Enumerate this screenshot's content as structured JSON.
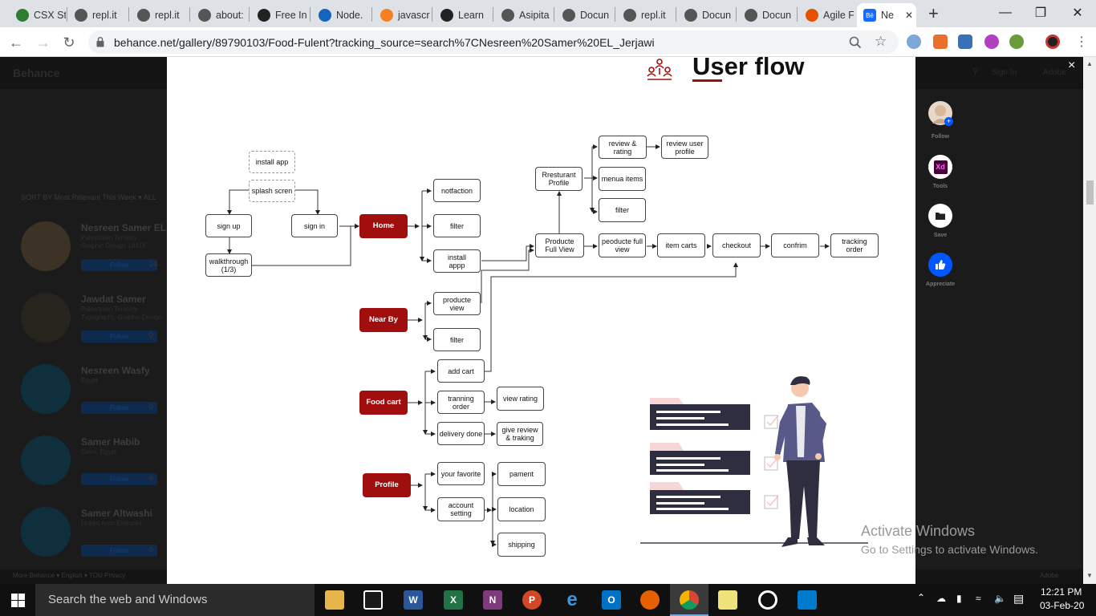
{
  "browser": {
    "tabs": [
      {
        "label": "CSX St",
        "icon": "csx-icon"
      },
      {
        "label": "repl.it",
        "icon": "repl-icon"
      },
      {
        "label": "repl.it",
        "icon": "repl-icon"
      },
      {
        "label": "about:",
        "icon": "globe-icon"
      },
      {
        "label": "Free In",
        "icon": "r-icon"
      },
      {
        "label": "Node.",
        "icon": "node-icon"
      },
      {
        "label": "javascr",
        "icon": "stackoverflow-icon"
      },
      {
        "label": "Learn",
        "icon": "learn-icon"
      },
      {
        "label": "Asipita",
        "icon": "globe-icon"
      },
      {
        "label": "Docun",
        "icon": "globe-icon"
      },
      {
        "label": "repl.it",
        "icon": "repl-icon"
      },
      {
        "label": "Docun",
        "icon": "globe-icon"
      },
      {
        "label": "Docun",
        "icon": "globe-icon"
      },
      {
        "label": "Agile F",
        "icon": "agile-icon"
      },
      {
        "label": "Ne",
        "icon": "behance-icon"
      }
    ],
    "new_tab": "+",
    "url": "behance.net/gallery/89790103/Food-Fulent?tracking_source=search%7CNesreen%20Samer%20EL_Jerjawi"
  },
  "behance": {
    "logo": "Behance",
    "sort_by": "SORT BY  Most Relevant This Week ▾   ALL",
    "search": "Sign In",
    "adobe": "Adobe",
    "people": [
      {
        "name": "Nesreen Samer EL",
        "sub1": "Palestinian Territory",
        "sub2": "Graphic Design, UI/UX",
        "follow": "Follow",
        "count": "24"
      },
      {
        "name": "Jawdat Samer",
        "sub1": "Palestinian Territory",
        "sub2": "Typography, Graphic Design",
        "follow": "Follow",
        "count": "0"
      },
      {
        "name": "Nesreen Wasfy",
        "sub1": "Egypt",
        "sub2": "",
        "follow": "Follow",
        "count": "0"
      },
      {
        "name": "Samer Habib",
        "sub1": "Cairo, Egypt",
        "sub2": "",
        "follow": "Follow",
        "count": "0"
      },
      {
        "name": "Samer Altwashi",
        "sub1": "United Arab Emirates",
        "sub2": "",
        "follow": "Follow",
        "count": "0"
      }
    ],
    "footer": "More Behance ▾     English ▾     TOU   Privacy",
    "footer_right": "Adobe"
  },
  "userflow": {
    "title": "User flow",
    "nodes": {
      "install_app": "install app",
      "splash": "splash scren",
      "sign_up": "sign up",
      "sign_in": "sign in",
      "walkthrough": "walkthrough\n(1/3)",
      "home": "Home",
      "notfaction": "notfaction",
      "filter1": "filter",
      "install_appp": "install\nappp",
      "near_by": "Near By",
      "producte_view": "producte\nview",
      "filter2": "filter",
      "food_cart": "Food cart",
      "add_cart": "add cart",
      "tranning_order": "tranning\norder",
      "view_rating": "view rating",
      "delivery_done": "delivery done",
      "give_review": "give review\n& traking",
      "profile": "Profile",
      "your_favorite": "your favorite",
      "account_setting": "account\nsetting",
      "pament": "pament",
      "location": "location",
      "shipping": "shipping",
      "rest_profile": "Rresturant\nProfile",
      "review_rating": "review &\nrating",
      "review_user": "review user\nprofile",
      "menua_items": "menua items",
      "filter3": "filter",
      "producte_full": "Producte\nFull View",
      "peoducte_full": "peoducte full\nview",
      "item_carts": "item carts",
      "checkout": "checkout",
      "confrim": "confrim",
      "tracking": "tracking\norder"
    }
  },
  "side": {
    "follow": "Follow",
    "tools": "Tools",
    "tools_badge": "Xd",
    "save": "Save",
    "appreciate": "Appreciate",
    "close": "×"
  },
  "watermark": {
    "line1": "Activate Windows",
    "line2": "Go to Settings to activate Windows."
  },
  "taskbar": {
    "search": "Search the web and Windows",
    "time": "12:21 PM",
    "date": "03-Feb-20"
  },
  "colors": {
    "node_red": "#a10e0e",
    "behance_blue": "#0057ff",
    "taskbar": "#101010"
  }
}
